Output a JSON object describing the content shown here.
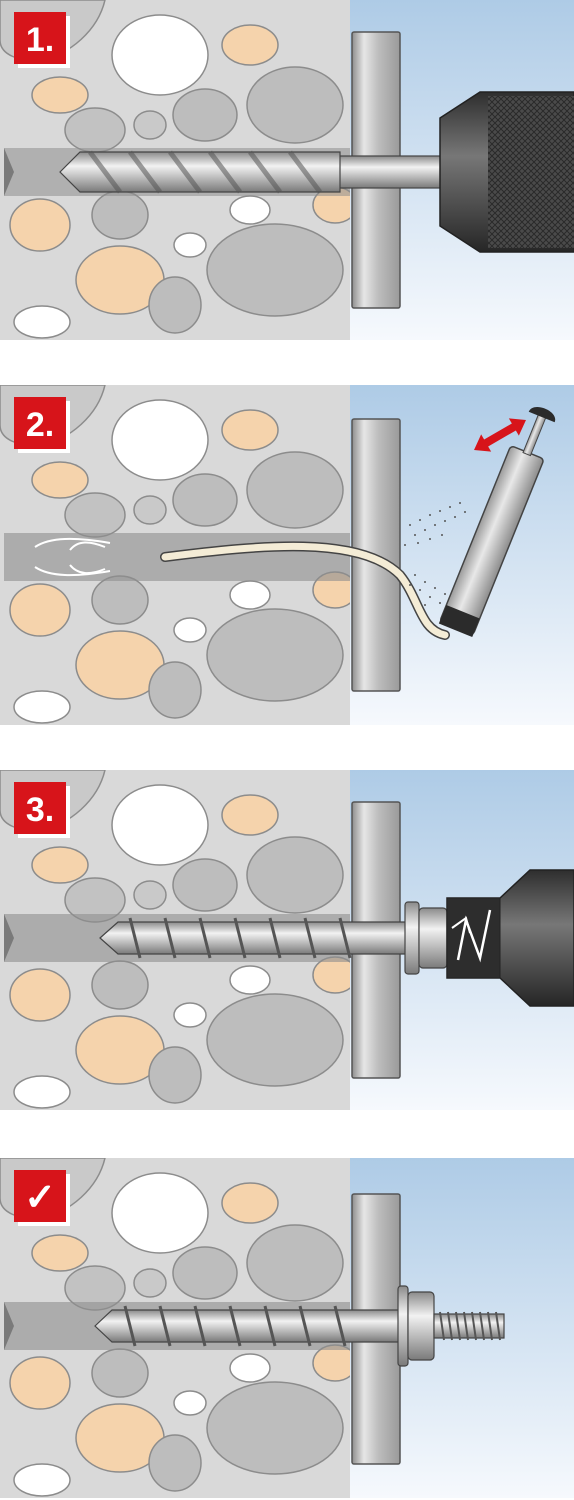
{
  "steps": [
    {
      "badge": "1.",
      "action": "drill"
    },
    {
      "badge": "2.",
      "action": "blow-out"
    },
    {
      "badge": "3.",
      "action": "screw-in"
    },
    {
      "badge": "✓",
      "action": "installed"
    }
  ],
  "colors": {
    "badge_red": "#d7141a",
    "concrete": "#d9d9d9",
    "stone_gray": "#bdbdbd",
    "stone_dark": "#a8a8a8",
    "stone_tan": "#f5d3ac",
    "stone_white": "#ffffff",
    "sky_top": "#b9d3ea",
    "sky_bottom": "#f4f8fc",
    "metal": "#c8c8c8",
    "hole": "#8e8e8e",
    "outline": "#3a3a3a"
  },
  "icons": [
    "drill-chuck-icon",
    "drill-bit-icon",
    "blow-pump-icon",
    "double-arrow-icon",
    "concrete-screw-icon",
    "nut-washer-icon",
    "checkmark-icon",
    "rotation-arrow-icon"
  ]
}
